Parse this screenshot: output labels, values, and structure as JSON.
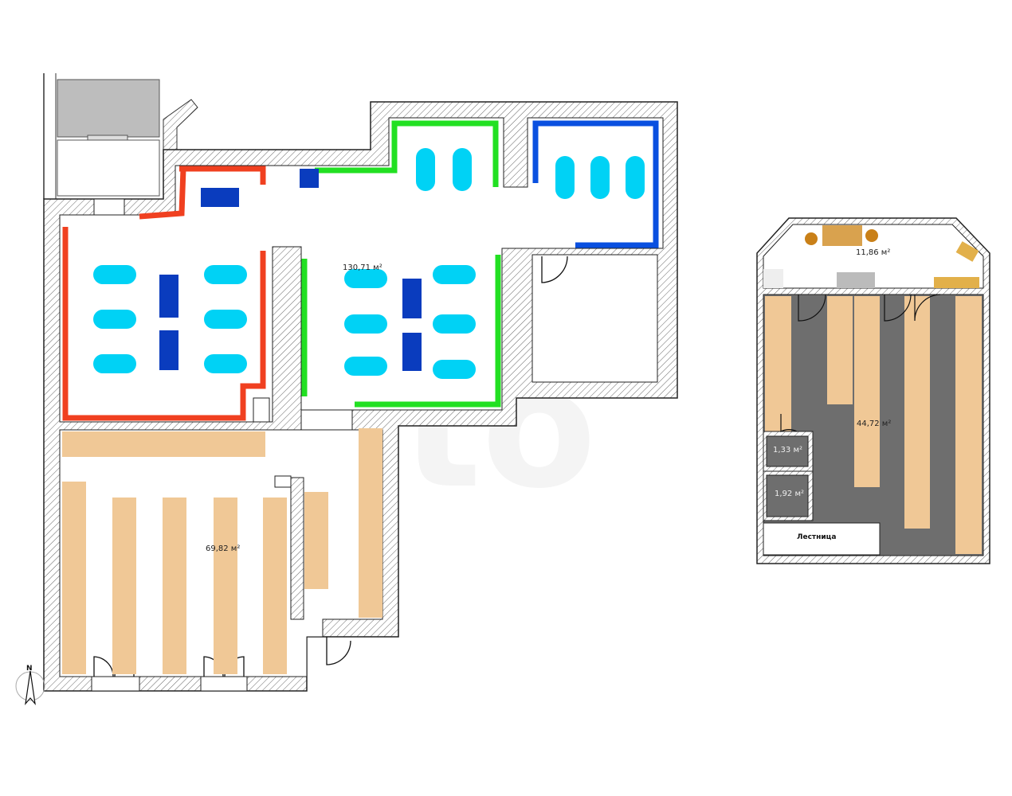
{
  "plan": {
    "main_floor": {
      "area_large_office": "130,71 м²",
      "area_store": "69,82 м²"
    },
    "second_floor": {
      "area_entrance": "11,86 м²",
      "area_hall": "44,72 м²",
      "area_wc1": "1,33 м²",
      "area_wc2": "1,92 м²",
      "stairs_label": "Лестница"
    },
    "compass_label": "N",
    "watermark": "Avito"
  },
  "colors": {
    "wall_hatch": "#555555",
    "desk": "#00d2f5",
    "cabinet": "#0a3cbe",
    "zone_red": "#f04020",
    "zone_green": "#22e022",
    "zone_blue": "#0a50e0",
    "shelf": "#f0c896",
    "floor_gray": "#6e6e6e"
  }
}
